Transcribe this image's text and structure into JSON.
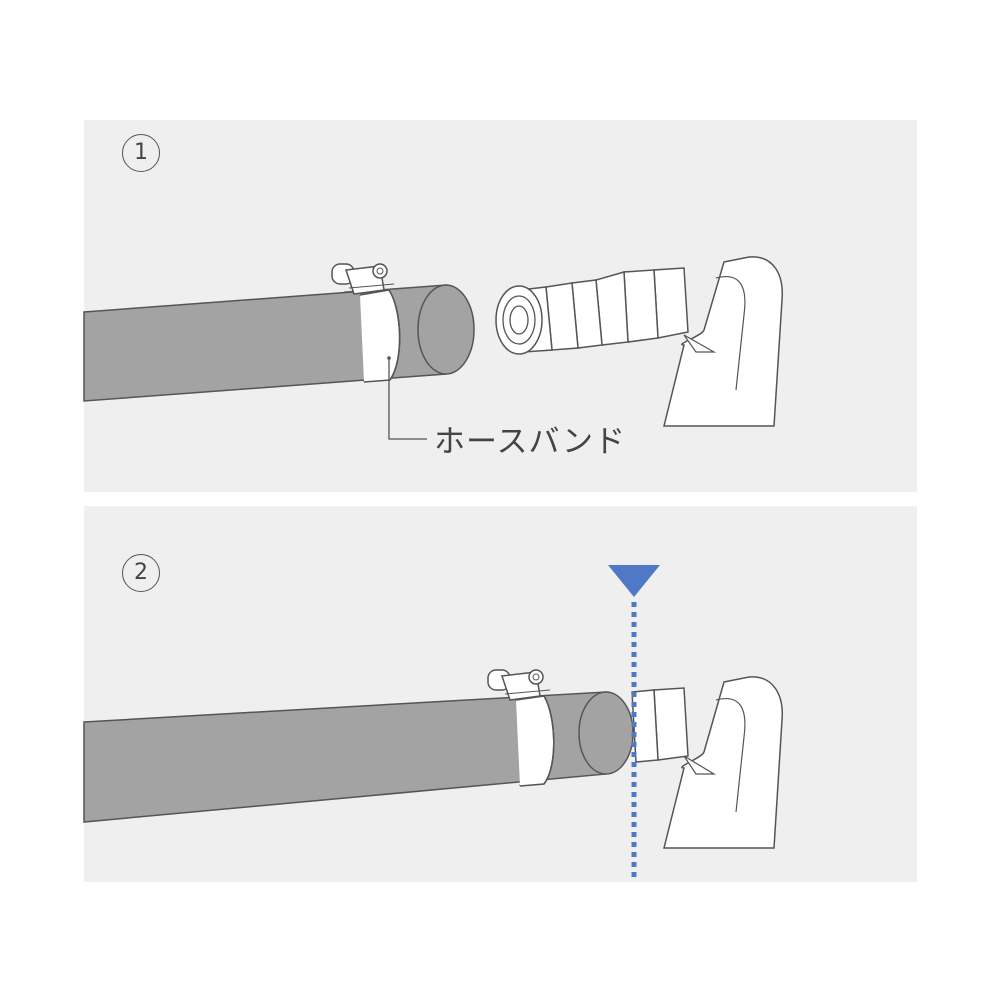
{
  "steps": [
    {
      "number": "1",
      "callout_label": "ホースバンド"
    },
    {
      "number": "2"
    }
  ],
  "colors": {
    "panel_bg": "#efefef",
    "hose_fill": "#a3a3a3",
    "outline": "#555555",
    "fitting_fill": "#ffffff",
    "marker_blue": "#4f79c6"
  },
  "icons": {
    "hose": "rubber-hose",
    "clamp": "hose-band-clamp",
    "fitting": "barbed-elbow-fitting",
    "marker": "insertion-depth-marker"
  }
}
